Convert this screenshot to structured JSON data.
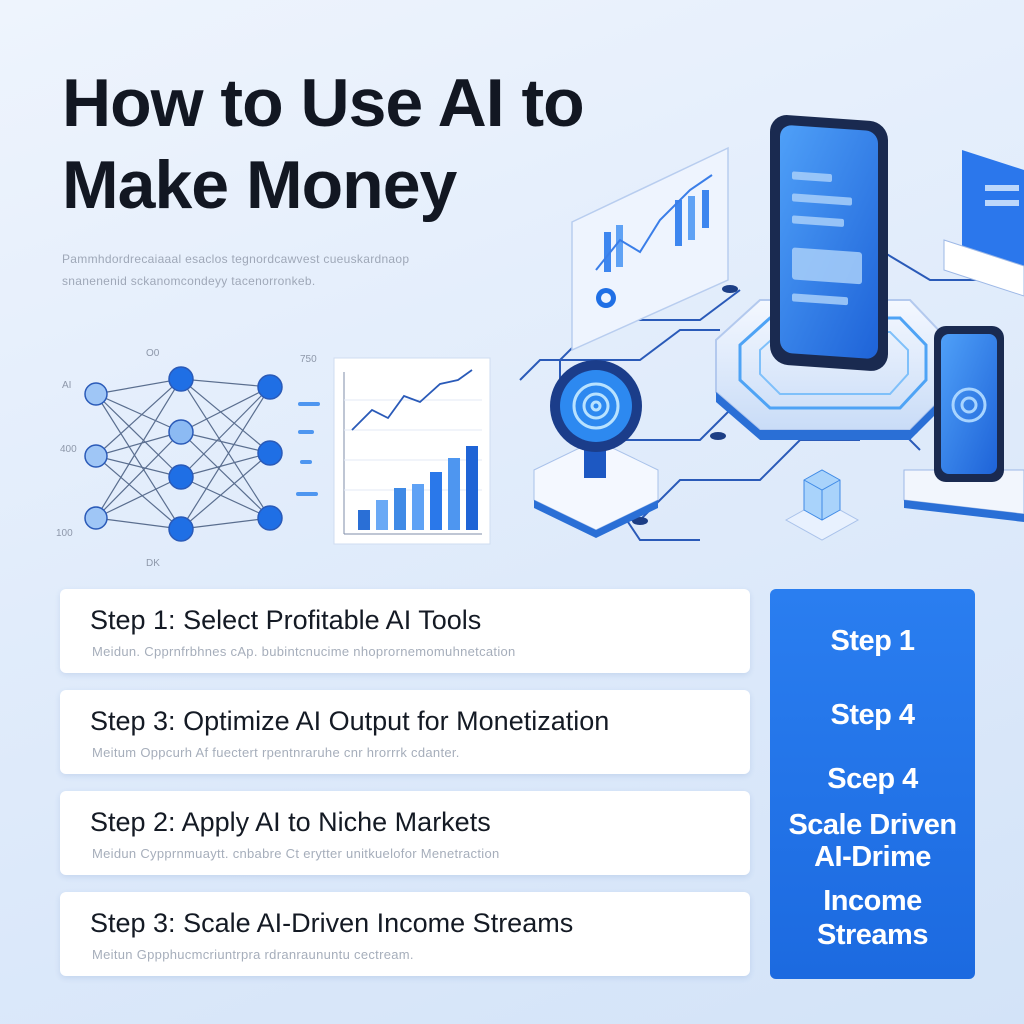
{
  "header": {
    "title": "How to Use AI to Make Money",
    "subtitle_lines": [
      "Pammhdordrecaiaaal esaclos tegnordcawvest cueuskardnaop",
      "snanenenid sckanomcondeyy tacenorronkeb."
    ]
  },
  "illustration": {
    "chart_labels": {
      "network_top": "O0",
      "network_left": [
        "AI",
        "400",
        "100"
      ],
      "network_bottom": "DK",
      "axis_right": "750"
    }
  },
  "steps": [
    {
      "title": "Step 1: Select Profitable AI Tools",
      "desc": "Meidun. Cpprnfrbhnes cAp. bubintcnucime nhoprornemomuhnetcation"
    },
    {
      "title": "Step 3: Optimize AI Output for Monetization",
      "desc": "Meitum Oppcurh Af fuectert rpentnraruhe cnr hrorrrk cdanter."
    },
    {
      "title": "Step 2: Apply AI to Niche Markets",
      "desc": "Meidun Cypprnmuaytt. cnbabre Ct erytter unitkuelofor Menetraction"
    },
    {
      "title": "Step 3: Scale AI-Driven Income Streams",
      "desc": "Meitun Gppphucmcriuntrpra rdranraununtu cectream."
    }
  ],
  "side_panel": {
    "items": [
      "Step 1",
      "Step 4",
      "Scep 4",
      "Scale Driven",
      "AI-Drime",
      "Income",
      "Streams"
    ]
  },
  "colors": {
    "accent": "#1f6fe5",
    "accent_light": "#5fa2f5",
    "title": "#121722",
    "background": "#e4eefb"
  }
}
